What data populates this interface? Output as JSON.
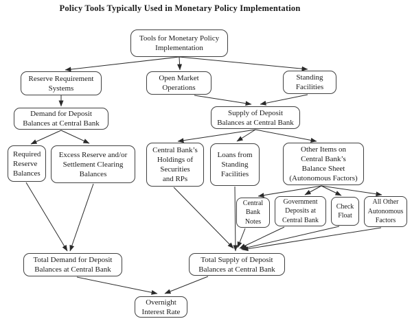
{
  "title": "Policy Tools Typically Used in Monetary Policy Implementation",
  "colors": {
    "background": "#ffffff",
    "box_border": "#3f3f3f",
    "line": "#2a2a2a",
    "text": "#1a1a1a"
  },
  "diagram": {
    "type": "flowchart",
    "nodes": {
      "tools": {
        "label": "Tools for Monetary Policy\nImplementation"
      },
      "reserve_requirement": {
        "label": "Reserve Requirement\nSystems"
      },
      "open_market": {
        "label": "Open Market\nOperations"
      },
      "standing_facilities": {
        "label": "Standing\nFacilities"
      },
      "demand_deposit": {
        "label": "Demand for Deposit\nBalances at Central Bank"
      },
      "supply_deposit": {
        "label": "Supply of Deposit\nBalances at Central Bank"
      },
      "required_reserve": {
        "label": "Required\nReserve\nBalances"
      },
      "excess_reserve": {
        "label": "Excess Reserve and/or\nSettlement Clearing\nBalances"
      },
      "cb_holdings": {
        "label": "Central Bank’s\nHoldings of\nSecurities\nand RPs"
      },
      "loans_standing": {
        "label": "Loans from\nStanding\nFacilities"
      },
      "other_items": {
        "label": "Other Items on\nCentral Bank’s\nBalance Sheet\n(Autonomous Factors)"
      },
      "cb_notes": {
        "label": "Central\nBank\nNotes"
      },
      "govt_deposits": {
        "label": "Government\nDeposits at\nCentral Bank"
      },
      "check_float": {
        "label": "Check\nFloat"
      },
      "all_other": {
        "label": "All Other\nAutonomous\nFactors"
      },
      "total_demand": {
        "label": "Total Demand for Deposit\nBalances at Central Bank"
      },
      "total_supply": {
        "label": "Total Supply of Deposit\nBalances at Central Bank"
      },
      "overnight_rate": {
        "label": "Overnight\nInterest Rate"
      }
    },
    "edges": [
      {
        "from": "tools",
        "to": "reserve_requirement"
      },
      {
        "from": "tools",
        "to": "open_market"
      },
      {
        "from": "tools",
        "to": "standing_facilities"
      },
      {
        "from": "reserve_requirement",
        "to": "demand_deposit"
      },
      {
        "from": "open_market",
        "to": "supply_deposit"
      },
      {
        "from": "standing_facilities",
        "to": "supply_deposit"
      },
      {
        "from": "demand_deposit",
        "to": "required_reserve"
      },
      {
        "from": "demand_deposit",
        "to": "excess_reserve"
      },
      {
        "from": "supply_deposit",
        "to": "cb_holdings"
      },
      {
        "from": "supply_deposit",
        "to": "loans_standing"
      },
      {
        "from": "supply_deposit",
        "to": "other_items"
      },
      {
        "from": "other_items",
        "to": "cb_notes"
      },
      {
        "from": "other_items",
        "to": "govt_deposits"
      },
      {
        "from": "other_items",
        "to": "check_float"
      },
      {
        "from": "other_items",
        "to": "all_other"
      },
      {
        "from": "required_reserve",
        "to": "total_demand"
      },
      {
        "from": "excess_reserve",
        "to": "total_demand"
      },
      {
        "from": "cb_holdings",
        "to": "total_supply"
      },
      {
        "from": "loans_standing",
        "to": "total_supply"
      },
      {
        "from": "cb_notes",
        "to": "total_supply"
      },
      {
        "from": "govt_deposits",
        "to": "total_supply"
      },
      {
        "from": "check_float",
        "to": "total_supply"
      },
      {
        "from": "all_other",
        "to": "total_supply"
      },
      {
        "from": "total_demand",
        "to": "overnight_rate"
      },
      {
        "from": "total_supply",
        "to": "overnight_rate"
      }
    ]
  }
}
